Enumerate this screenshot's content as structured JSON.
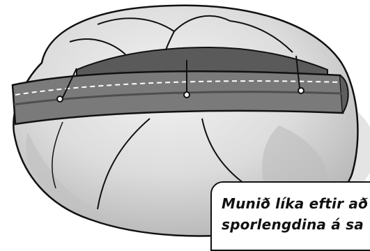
{
  "illustration": {
    "subject": "cushion-with-pinned-fabric-band",
    "colors": {
      "cushion_light": "#e6e6e6",
      "cushion_shadow": "#a9a9a9",
      "band": "#7a7a7a",
      "band_dark": "#4f4f4f",
      "outline": "#111111",
      "stitch_line": "#ffffff"
    }
  },
  "callout": {
    "line1": "Munið líka eftir að",
    "line2": "sporlengdina á sa"
  }
}
